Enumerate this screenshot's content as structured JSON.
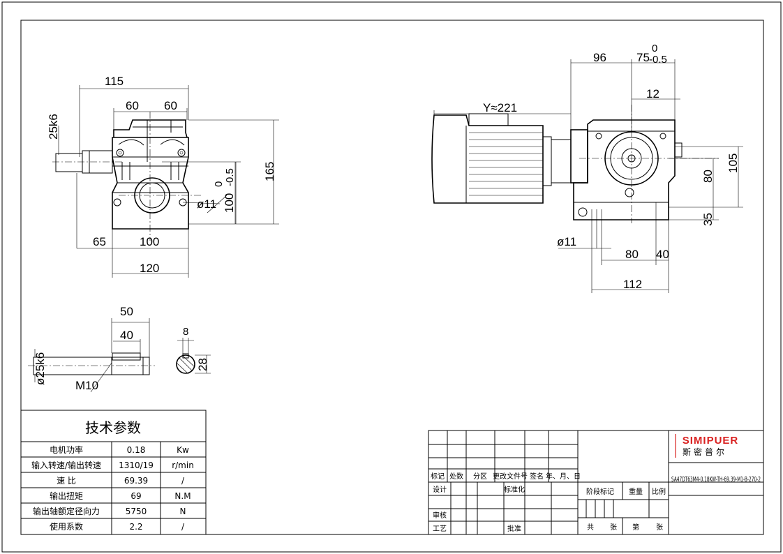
{
  "dims": {
    "front": {
      "w115": "115",
      "w60a": "60",
      "w60b": "60",
      "d25k6": "25k6",
      "h165": "165",
      "h100": "100",
      "tol100_up": "0",
      "tol100_lo": "-0.5",
      "d11": "ø11",
      "w65": "65",
      "w100": "100",
      "w120": "120"
    },
    "side": {
      "w96": "96",
      "w75": "75",
      "tol75_up": "0",
      "tol75_lo": "-0.5",
      "y221": "Y≈221",
      "w12": "12",
      "h80": "80",
      "h105": "105",
      "h35": "35",
      "d11": "ø11",
      "w80": "80",
      "w40": "40",
      "w112": "112"
    },
    "shaft": {
      "w50": "50",
      "w40": "40",
      "d25k6": "ø25k6",
      "m10": "M10",
      "k8": "8",
      "k28": "28"
    }
  },
  "tech_params": {
    "title": "技术参数",
    "rows": [
      {
        "label": "电机功率",
        "value": "0.18",
        "unit": "Kw"
      },
      {
        "label": "输入转速/输出转速",
        "value": "1310/19",
        "unit": "r/min"
      },
      {
        "label": "速  比",
        "value": "69.39",
        "unit": "/"
      },
      {
        "label": "输出扭矩",
        "value": "69",
        "unit": "N.M"
      },
      {
        "label": "输出轴额定径向力",
        "value": "5750",
        "unit": "N"
      },
      {
        "label": "使用系数",
        "value": "2.2",
        "unit": "/"
      }
    ]
  },
  "title_block": {
    "headers": [
      "标记",
      "处数",
      "分区",
      "更改文件号",
      "签名",
      "年、月、日"
    ],
    "design": "设计",
    "standardize": "标准化",
    "review": "审核",
    "process": "工艺",
    "approve": "批准",
    "stage_mark": "阶段标记",
    "weight": "重量",
    "scale": "比例",
    "total_sheets": "共",
    "sheets_unit": "张",
    "sheet_no": "第",
    "sheet_unit2": "张",
    "model": "SA47DT63M4-0.18KW-TH-69.39-M1-B-270-2",
    "logo_en": "SIMIPUER",
    "logo_cn": "斯密普尔"
  }
}
